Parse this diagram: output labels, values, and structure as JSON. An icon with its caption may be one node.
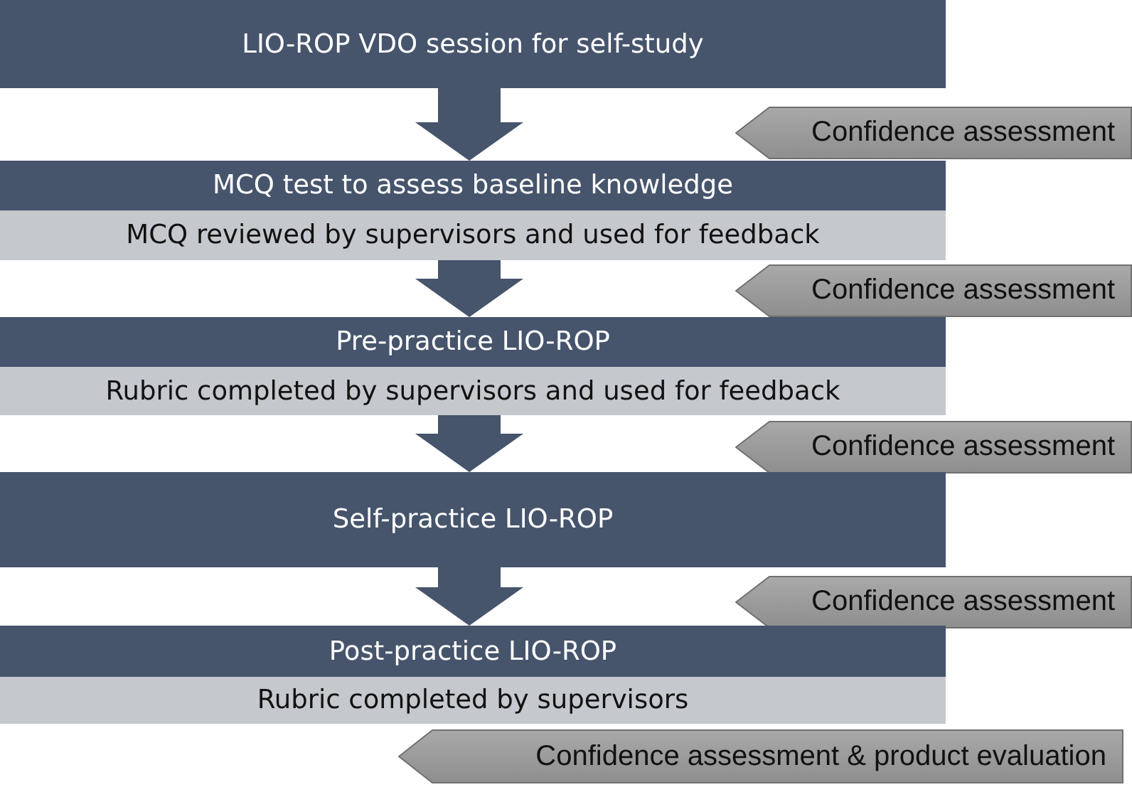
{
  "diagram": {
    "nodes": [
      {
        "text": [
          "LIO-ROP VDO session for self-study"
        ]
      },
      {
        "text": [
          "MCQ test to assess baseline knowledge"
        ]
      },
      {
        "text": [
          "MCQ reviewed by supervisors and used for feedback"
        ]
      },
      {
        "text": [
          "Pre-practice LIO-ROP"
        ]
      },
      {
        "text": [
          "Rubric completed by supervisors and used for feedback"
        ]
      },
      {
        "text": [
          "Self-practice LIO-ROP"
        ]
      },
      {
        "text": [
          "Post-practice LIO-ROP"
        ]
      },
      {
        "text": [
          "Rubric completed by supervisors"
        ]
      },
      {
        "text": [
          "Confidence assessment"
        ]
      },
      {
        "text": [
          "Confidence assessment"
        ]
      },
      {
        "text": [
          "Confidence assessment"
        ]
      },
      {
        "text": [
          "Confidence assessment"
        ]
      },
      {
        "text": [
          "Confidence assessment & product evaluation"
        ]
      }
    ],
    "edges": [
      {
        "from": 0,
        "to": 1,
        "arrow": "to",
        "style": "thick"
      },
      {
        "from": 2,
        "to": 3,
        "arrow": "to",
        "style": "thick"
      },
      {
        "from": 4,
        "to": 5,
        "arrow": "to",
        "style": "thick"
      },
      {
        "from": 5,
        "to": 6,
        "arrow": "to",
        "style": "thick"
      }
    ]
  }
}
